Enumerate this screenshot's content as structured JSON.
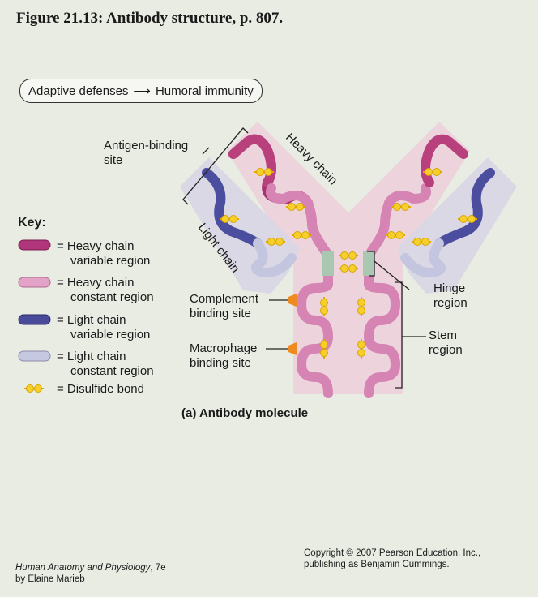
{
  "title": "Figure 21.13:  Antibody structure, p. 807.",
  "breadcrumb": {
    "from": "Adaptive defenses",
    "to": "Humoral immunity"
  },
  "labels": {
    "antigen_binding_1": "Antigen-binding",
    "antigen_binding_2": "site",
    "heavy_chain": "Heavy chain",
    "light_chain": "Light chain",
    "hinge_1": "Hinge",
    "hinge_2": "region",
    "stem_1": "Stem",
    "stem_2": "region",
    "complement_1": "Complement",
    "complement_2": "binding site",
    "macrophage_1": "Macrophage",
    "macrophage_2": "binding site"
  },
  "key": {
    "title": "Key:",
    "items": [
      {
        "line1": "= Heavy chain",
        "line2": "variable region",
        "color": "#b0357a"
      },
      {
        "line1": "= Heavy chain",
        "line2": "constant region",
        "color": "#e3a3c8"
      },
      {
        "line1": "= Light chain",
        "line2": "variable region",
        "color": "#4a4a9a"
      },
      {
        "line1": "= Light chain",
        "line2": "constant region",
        "color": "#c5c8e0"
      },
      {
        "line1": "= Disulfide bond",
        "line2": "",
        "color": "#f2c21a"
      }
    ]
  },
  "caption": "(a) Antibody molecule",
  "footer": {
    "book_title": "Human Anatomy and Physiology",
    "edition": ", 7e",
    "author": "by Elaine Marieb",
    "copyright_1": "Copyright © 2007 Pearson Education, Inc.,",
    "copyright_2": "publishing as Benjamin Cummings."
  }
}
